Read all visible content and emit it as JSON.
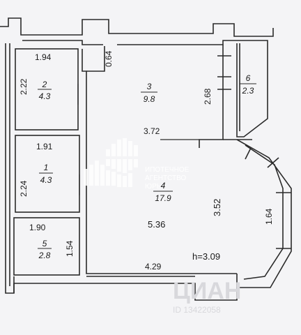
{
  "floor_plan": {
    "ceiling_height": "h=3.09",
    "rooms": [
      {
        "number": "2",
        "area": "4.3",
        "width": "1.94",
        "depth": "2.22"
      },
      {
        "number": "1",
        "area": "4.3",
        "width": "1.91",
        "depth": "2.24"
      },
      {
        "number": "5",
        "area": "2.8",
        "width": "1.90",
        "depth": "1.54"
      },
      {
        "number": "3",
        "area": "9.8",
        "width": "3.72",
        "depth": "2.68",
        "top_offset": "0.64"
      },
      {
        "number": "6",
        "area": "2.3"
      },
      {
        "number": "4",
        "area": "17.9",
        "width": "5.36",
        "depth": "3.52",
        "bottom": "4.29",
        "bay": "1.64"
      }
    ]
  },
  "watermarks": {
    "agency_line1": "ИПОТЕЧНОЕ",
    "agency_line2": "АГЕНТСТВО",
    "agency_line3": "ЮРЫ",
    "site": "ЦИАН",
    "listing_id": "ID 13422058"
  },
  "colors": {
    "background": "#f4f4f6",
    "wall": "#2a2a2a",
    "text": "#1a1a1a"
  }
}
